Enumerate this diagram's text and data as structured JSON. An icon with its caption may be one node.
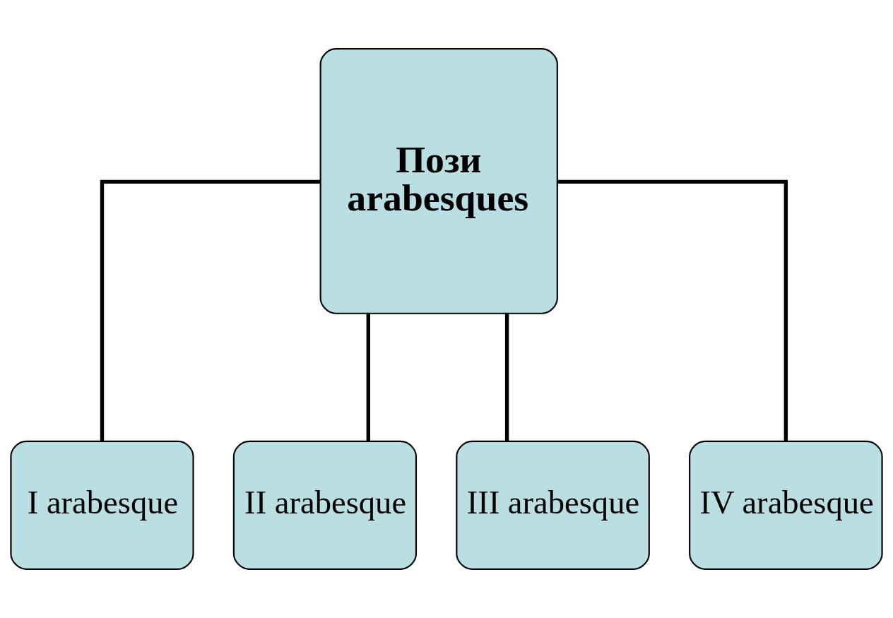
{
  "diagram": {
    "nodes": [
      {
        "text": [
          "Пози arabesques"
        ]
      },
      {
        "text": [
          "I arabesque"
        ]
      },
      {
        "text": [
          "II arabesque"
        ]
      },
      {
        "text": [
          "III arabesque"
        ]
      },
      {
        "text": [
          "IV arabesque"
        ]
      }
    ],
    "edges": [
      {
        "from": 0,
        "to": 1,
        "arrow": "none"
      },
      {
        "from": 0,
        "to": 2,
        "arrow": "none"
      },
      {
        "from": 0,
        "to": 3,
        "arrow": "none"
      },
      {
        "from": 0,
        "to": 4,
        "arrow": "none"
      }
    ]
  }
}
